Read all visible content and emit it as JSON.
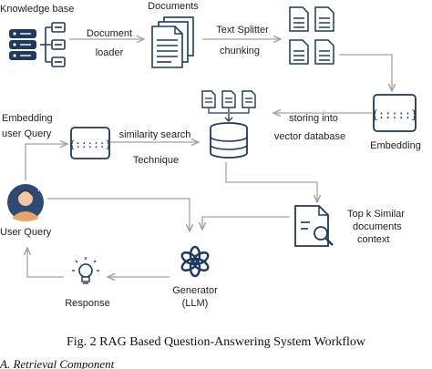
{
  "diagram": {
    "labels": {
      "knowledge_base": "Knowledge base",
      "documents": "Documents",
      "doc_loader_1": "Document",
      "doc_loader_2": "loader",
      "text_splitter_1": "Text Splitter",
      "text_splitter_2": "chunking",
      "embedding_query_1": "Embedding",
      "embedding_query_2": "user Query",
      "similarity_1": "similarity search",
      "similarity_2": "Technique",
      "storing_1": "storing into",
      "storing_2": "vector database",
      "embedding": "Embedding",
      "user_query": "User Query",
      "topk_1": "Top k Similar",
      "topk_2": "documents",
      "topk_3": "context",
      "response": "Response",
      "generator_1": "Generator",
      "generator_2": "(LLM)"
    }
  },
  "caption": "Fig. 2 RAG Based Question-Answering System Workflow",
  "section_heading": "A. Retrieval Component",
  "colors": {
    "navy": "#1f3a5c",
    "connector": "#a3a3a3",
    "avatar_bg": "#2c4a72"
  },
  "icons": [
    "database-icon",
    "network-icon",
    "documents-icon",
    "split-chunks-icon",
    "embedding-icon",
    "vector-database-icon",
    "user-avatar-icon",
    "search-document-icon",
    "lightbulb-icon",
    "openai-logo-icon"
  ]
}
